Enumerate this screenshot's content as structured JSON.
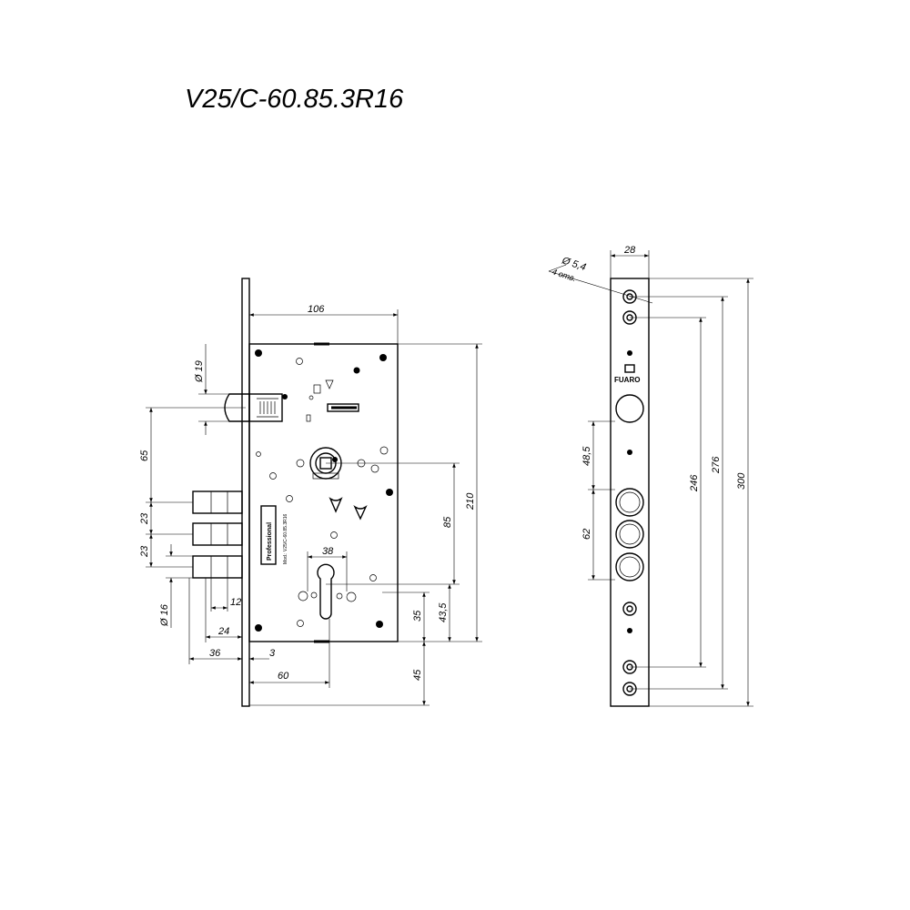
{
  "title": "V25/C-60.85.3R16",
  "front_view": {
    "dims": {
      "width_106": "106",
      "dia_19": "Ø 19",
      "d65": "65",
      "d23a": "23",
      "d23b": "23",
      "dia_16": "Ø 16",
      "d38": "38",
      "d12": "12",
      "d24": "24",
      "d36": "36",
      "d3": "3",
      "d60": "60",
      "d85": "85",
      "d210": "210",
      "d35": "35",
      "d43_5": "43,5",
      "d45": "45"
    },
    "case_labels": {
      "professional": "Professional",
      "model": "Mod.: V25/C-60.85.3R16"
    }
  },
  "side_view": {
    "dims": {
      "d28": "28",
      "dia_5_4": "Ø 5,4",
      "holes": "4 отв.",
      "d48_5": "48,5",
      "d62": "62",
      "d246": "246",
      "d276": "276",
      "d300": "300"
    },
    "brand": "FUARO"
  }
}
